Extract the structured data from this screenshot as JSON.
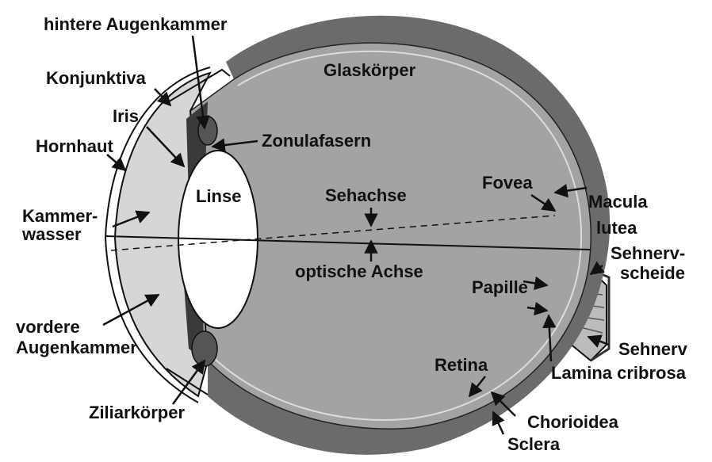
{
  "labels": {
    "hintere_augenkammer": "hintere Augenkammer",
    "konjunktiva": "Konjunktiva",
    "iris": "Iris",
    "hornhaut": "Hornhaut",
    "kammerwasser_1": "Kammer-",
    "kammerwasser_2": "wasser",
    "vordere_augenkammer_1": "vordere",
    "vordere_augenkammer_2": "Augenkammer",
    "ziliarkoerper": "Ziliarkörper",
    "glaskoerper": "Glaskörper",
    "zonulafasern": "Zonulafasern",
    "linse": "Linse",
    "sehachse": "Sehachse",
    "optische_achse": "optische Achse",
    "fovea": "Fovea",
    "macula_1": "Macula",
    "macula_2": "lutea",
    "sehnervscheide_1": "Sehnerv-",
    "sehnervscheide_2": "scheide",
    "papille": "Papille",
    "sehnerv": "Sehnerv",
    "lamina_cribrosa": "Lamina cribrosa",
    "retina": "Retina",
    "chorioidea": "Chorioidea",
    "sclera": "Sclera"
  },
  "colors": {
    "vitreous": "#a3a3a3",
    "sclera": "#6b6b6b",
    "aqueous": "#d6d6d6",
    "lens": "#ffffff",
    "iris": "#3a3a3a",
    "line": "#111111"
  }
}
